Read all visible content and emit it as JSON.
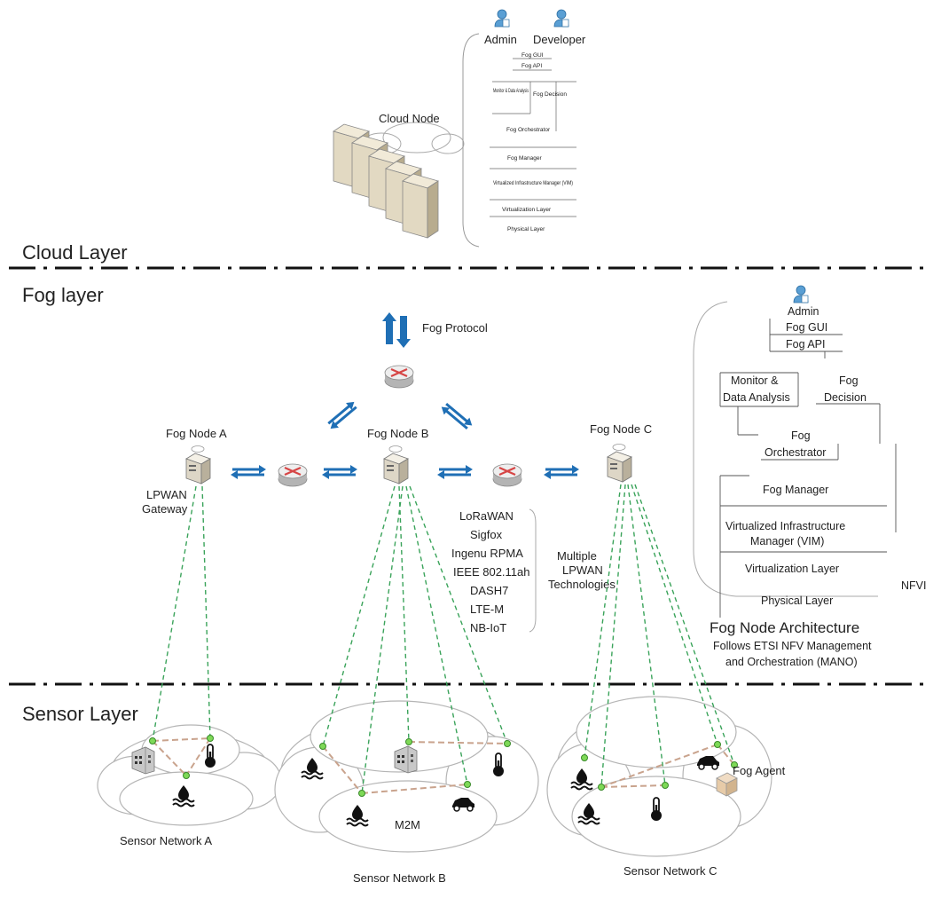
{
  "layers": {
    "cloud": "Cloud Layer",
    "fog": "Fog layer",
    "sensor": "Sensor Layer"
  },
  "cloud": {
    "node_label": "Cloud Node",
    "roles": [
      "Admin",
      "Developer"
    ],
    "stack": {
      "gui": "Fog GUI",
      "api": "Fog API",
      "monitor": "Monitor & Data Analysis",
      "decision": "Fog Decision",
      "orchestrator": "Fog Orchestrator",
      "manager": "Fog Manager",
      "vim": "Virtualized Infrastructure Manager (VIM)",
      "virtualization": "Virtualization Layer",
      "physical": "Physical Layer"
    }
  },
  "fog": {
    "protocol": "Fog Protocol",
    "node_a": "Fog Node A",
    "node_b": "Fog Node B",
    "node_c": "Fog Node C",
    "gateway_line1": "LPWAN",
    "gateway_line2": "Gateway",
    "technologies": [
      "LoRaWAN",
      "Sigfox",
      "Ingenu RPMA",
      "IEEE 802.11ah",
      "DASH7",
      "LTE-M",
      "NB-IoT"
    ],
    "multiple_line1": "Multiple",
    "multiple_line2": "LPWAN",
    "multiple_line3": "Technologies"
  },
  "architecture": {
    "admin": "Admin",
    "gui": "Fog GUI",
    "api": "Fog API",
    "monitor_line1": "Monitor &",
    "monitor_line2": "Data Analysis",
    "decision_line1": "Fog",
    "decision_line2": "Decision",
    "orchestrator_line1": "Fog",
    "orchestrator_line2": "Orchestrator",
    "manager": "Fog Manager",
    "vim_line1": "Virtualized Infrastructure",
    "vim_line2": "Manager  (VIM)",
    "virtualization": "Virtualization Layer",
    "physical": "Physical Layer",
    "nfvi": "NFVI",
    "title": "Fog Node Architecture",
    "subtitle_line1": "Follows ETSI NFV Management",
    "subtitle_line2": "and Orchestration (MANO)"
  },
  "sensor": {
    "network_a": "Sensor Network A",
    "network_b": "Sensor Network B",
    "network_c": "Sensor Network C",
    "m2m": "M2M",
    "fog_agent": "Fog Agent"
  },
  "colors": {
    "arrow_blue": "#1f6fb5",
    "link_green": "#3aa35a",
    "sensor_link": "#c9a38d",
    "router_red": "#d64545"
  }
}
